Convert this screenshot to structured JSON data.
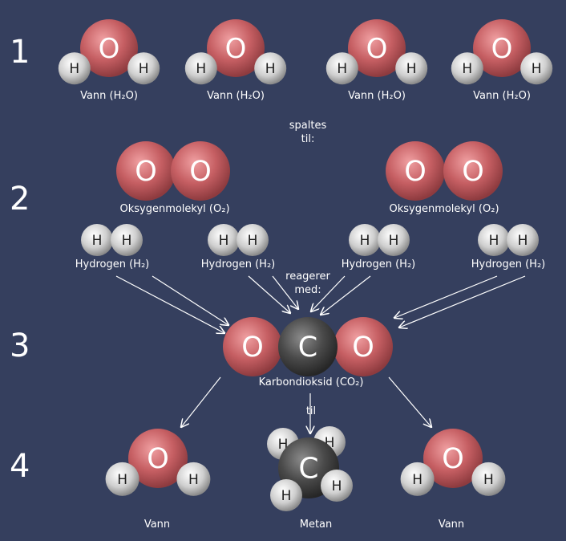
{
  "steps": [
    "1",
    "2",
    "3",
    "4"
  ],
  "atoms": {
    "oxygen": "O",
    "hydrogen": "H",
    "carbon": "C"
  },
  "labels": {
    "water_h2o": "Vann (H₂O)",
    "oxygen_molecule": "Oksygenmolekyl (O₂)",
    "hydrogen": "Hydrogen (H₂)",
    "co2": "Karbondioksid (CO₂)",
    "water": "Vann",
    "methane": "Metan"
  },
  "connectors": {
    "spaltes_til": [
      "spaltes",
      "til:"
    ],
    "reagerer_med": [
      "reagerer",
      "med:"
    ],
    "til": "til"
  },
  "colors": {
    "background": "#353f5e",
    "oxygen": "#c65f63",
    "hydrogen": "#cfcfcf",
    "carbon": "#4a4a4a",
    "text": "#ffffff"
  }
}
